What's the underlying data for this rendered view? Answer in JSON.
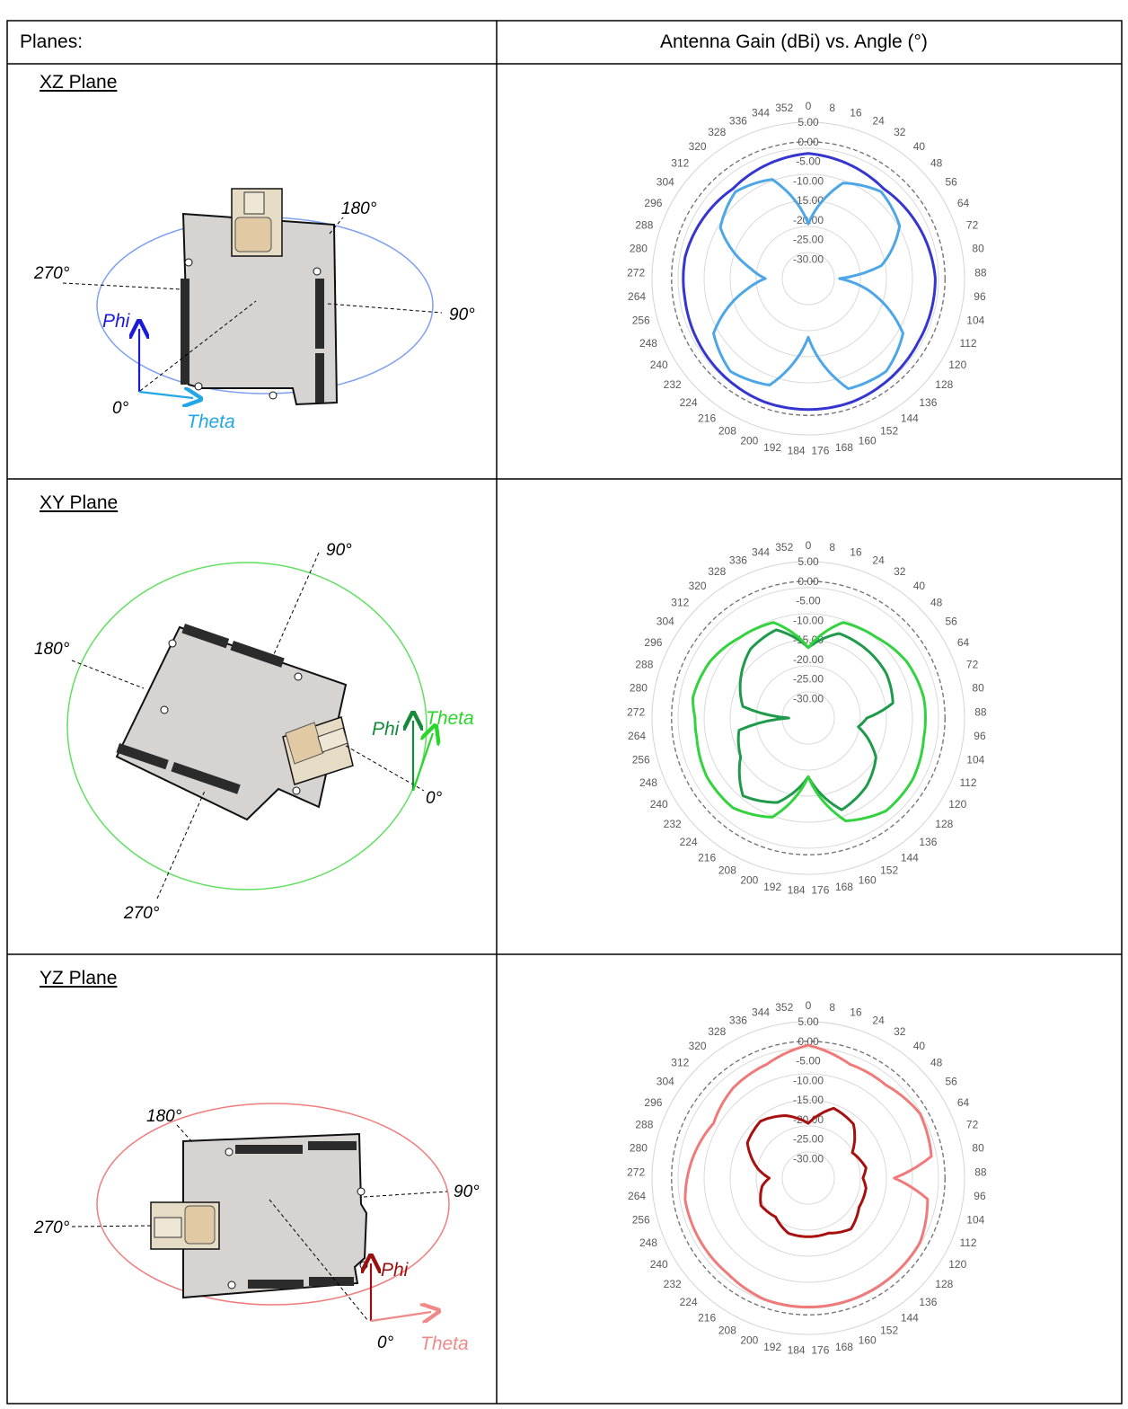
{
  "header": {
    "col1": "Planes:",
    "col2": "Antenna Gain (dBi) vs. Angle (°)"
  },
  "rows": [
    {
      "plane": "XZ Plane",
      "diagram": {
        "a0": "0°",
        "a90": "90°",
        "a180": "180°",
        "a270": "270°",
        "phi": "Phi",
        "theta": "Theta",
        "phi_color": "#1a1ad8",
        "theta_color": "#23a6e6",
        "ellipse_color": "#7f9fef"
      }
    },
    {
      "plane": "XY Plane",
      "diagram": {
        "a0": "0°",
        "a90": "90°",
        "a180": "180°",
        "a270": "270°",
        "phi": "Phi",
        "theta": "Theta",
        "phi_color": "#158a3a",
        "theta_color": "#2ad62a",
        "ellipse_color": "#5fe05f"
      }
    },
    {
      "plane": "YZ Plane",
      "diagram": {
        "a0": "0°",
        "a90": "90°",
        "a180": "180°",
        "a270": "270°",
        "phi": "Phi",
        "theta": "Theta",
        "phi_color": "#9a0f0f",
        "theta_color": "#f08a8a",
        "ellipse_color": "#ef7d7d"
      }
    }
  ],
  "chart_data": [
    {
      "type": "line",
      "subtype": "polar",
      "angle_labels": [
        "0",
        "8",
        "16",
        "24",
        "32",
        "40",
        "48",
        "56",
        "64",
        "72",
        "80",
        "88",
        "96",
        "104",
        "112",
        "120",
        "128",
        "136",
        "144",
        "152",
        "160",
        "168",
        "176",
        "184",
        "192",
        "200",
        "208",
        "216",
        "224",
        "232",
        "240",
        "248",
        "256",
        "264",
        "272",
        "280",
        "288",
        "296",
        "304",
        "312",
        "320",
        "328",
        "336",
        "344",
        "352"
      ],
      "radial_ticks": [
        "5.00",
        "0.00",
        "-5.00",
        "-10.00",
        "-15.00",
        "-20.00",
        "-25.00",
        "-30.00"
      ],
      "rlim": [
        -35,
        5
      ],
      "reference_ring": 0,
      "x": [
        0,
        20,
        40,
        60,
        80,
        90,
        100,
        120,
        140,
        160,
        180,
        200,
        220,
        240,
        260,
        270,
        280,
        300,
        320,
        340,
        360
      ],
      "series": [
        {
          "color": "#3535d0",
          "values": [
            -3,
            -4,
            -5,
            -4,
            -3,
            -2.5,
            -2.5,
            -2.5,
            -2,
            -1.5,
            -1.5,
            -1.5,
            -2,
            -2.5,
            -3,
            -3,
            -3,
            -4,
            -5,
            -4,
            -3
          ]
        },
        {
          "color": "#4da6e6",
          "values": [
            -21,
            -9,
            -6,
            -8,
            -16,
            -27,
            -20,
            -7,
            -4,
            -5,
            -20,
            -6,
            -4,
            -7,
            -19,
            -24,
            -20,
            -9,
            -6,
            -8,
            -21
          ]
        }
      ],
      "grid": true
    },
    {
      "type": "line",
      "subtype": "polar",
      "angle_labels": [
        "0",
        "8",
        "16",
        "24",
        "32",
        "40",
        "48",
        "56",
        "64",
        "72",
        "80",
        "88",
        "96",
        "104",
        "112",
        "120",
        "128",
        "136",
        "144",
        "152",
        "160",
        "168",
        "176",
        "184",
        "192",
        "200",
        "208",
        "216",
        "224",
        "232",
        "240",
        "248",
        "256",
        "264",
        "272",
        "280",
        "288",
        "296",
        "304",
        "312",
        "320",
        "328",
        "336",
        "344",
        "352"
      ],
      "radial_ticks": [
        "5.00",
        "0.00",
        "-5.00",
        "-10.00",
        "-15.00",
        "-20.00",
        "-25.00",
        "-30.00"
      ],
      "rlim": [
        -35,
        5
      ],
      "reference_ring": 0,
      "x": [
        0,
        20,
        40,
        60,
        80,
        90,
        100,
        120,
        140,
        160,
        180,
        200,
        220,
        240,
        260,
        270,
        280,
        300,
        320,
        340,
        360
      ],
      "series": [
        {
          "color": "#1f9a4a",
          "values": [
            -17,
            -12,
            -12,
            -12,
            -13,
            -20,
            -22,
            -15,
            -12,
            -10,
            -20,
            -12,
            -9,
            -15,
            -17,
            -30,
            -18,
            -15,
            -12,
            -11,
            -17
          ]
        },
        {
          "color": "#33d33f",
          "values": [
            -17,
            -9,
            -8,
            -6,
            -5,
            -5,
            -5,
            -4,
            -4,
            -7,
            -20,
            -8,
            -5,
            -5,
            -6,
            -6,
            -5,
            -6,
            -8,
            -9,
            -17
          ]
        }
      ],
      "grid": true
    },
    {
      "type": "line",
      "subtype": "polar",
      "angle_labels": [
        "0",
        "8",
        "16",
        "24",
        "32",
        "40",
        "48",
        "56",
        "64",
        "72",
        "80",
        "88",
        "96",
        "104",
        "112",
        "120",
        "128",
        "136",
        "144",
        "152",
        "160",
        "168",
        "176",
        "184",
        "192",
        "200",
        "208",
        "216",
        "224",
        "232",
        "240",
        "248",
        "256",
        "264",
        "272",
        "280",
        "288",
        "296",
        "304",
        "312",
        "320",
        "328",
        "336",
        "344",
        "352"
      ],
      "radial_ticks": [
        "5.00",
        "0.00",
        "-5.00",
        "-10.00",
        "-15.00",
        "-20.00",
        "-25.00",
        "-30.00"
      ],
      "rlim": [
        -35,
        5
      ],
      "reference_ring": 0,
      "x": [
        0,
        20,
        40,
        60,
        80,
        90,
        100,
        120,
        140,
        160,
        180,
        200,
        220,
        240,
        260,
        270,
        280,
        300,
        320,
        340,
        360
      ],
      "series": [
        {
          "color": "#f07a7a",
          "values": [
            -1,
            -4,
            -4,
            -2,
            -3,
            -13,
            -4,
            -2,
            -2,
            -2,
            -2,
            -2,
            -3,
            -3,
            -3,
            -4,
            -5,
            -7,
            -5,
            -4,
            -1
          ]
        },
        {
          "color": "#a81010",
          "values": [
            -21,
            -16,
            -17,
            -22,
            -20,
            -21,
            -20,
            -20,
            -18,
            -20,
            -20,
            -20,
            -22,
            -21,
            -23,
            -25,
            -22,
            -17,
            -16,
            -18,
            -21
          ]
        }
      ],
      "grid": true
    }
  ]
}
